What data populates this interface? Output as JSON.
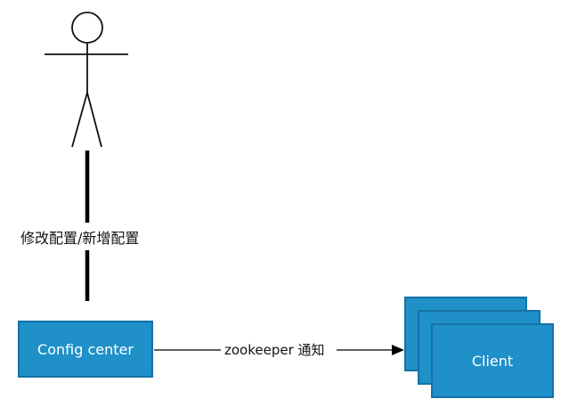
{
  "diagram": {
    "actor": {
      "name": ""
    },
    "edges": {
      "actor_to_config": "修改配置/新增配置",
      "config_to_client": "zookeeper 通知"
    },
    "nodes": {
      "config_center": "Config center",
      "client": "Client"
    },
    "colors": {
      "box_fill": "#1f90c8",
      "box_border": "#1572a6",
      "line": "#000000",
      "text_dark": "#111111",
      "text_light": "#ffffff"
    }
  }
}
